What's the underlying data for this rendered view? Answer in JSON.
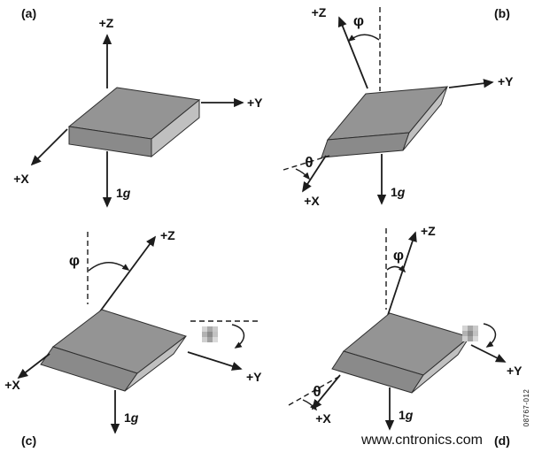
{
  "panels": {
    "a": {
      "label": "(a)"
    },
    "b": {
      "label": "(b)"
    },
    "c": {
      "label": "(c)"
    },
    "d": {
      "label": "(d)"
    }
  },
  "labels": {
    "axis_x": "+X",
    "axis_y": "+Y",
    "axis_z": "+Z",
    "gravity_value": "1",
    "gravity_unit": "g",
    "angle_phi": "φ",
    "angle_theta": "θ"
  },
  "footer": {
    "figure_number": "08767-012",
    "watermark": "www.cntronics.com"
  },
  "colors": {
    "box_top": "#949494",
    "box_front": "#8a8a8a",
    "box_side": "#c0c0c0",
    "line": "#1c1c1c",
    "watermark": "#aec9ae",
    "figure_number": "#7a7a7a"
  }
}
